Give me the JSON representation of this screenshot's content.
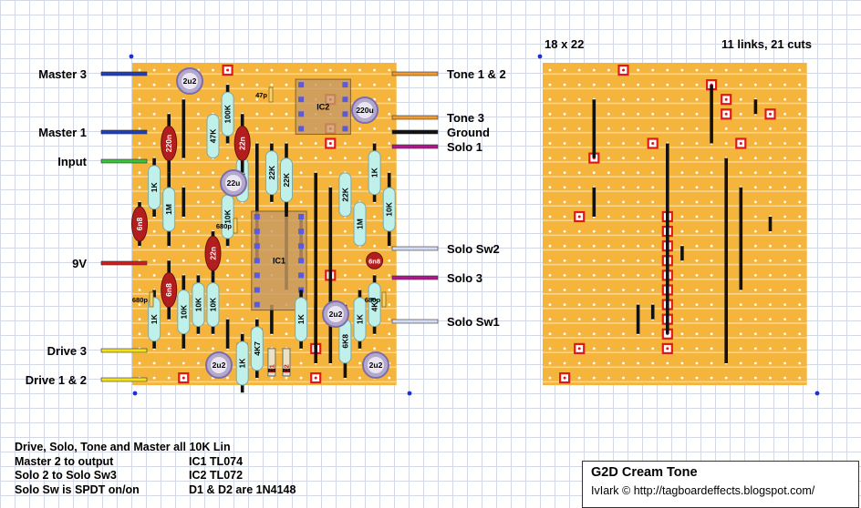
{
  "colors": {
    "board": "#f5b43c",
    "strip": "#f9d68f",
    "link": "#111111",
    "resistor": "#bff1ea",
    "film_cap": "#b21e1e",
    "elec_cap": "#b5a8cf",
    "ic": "#c89b63",
    "cut": "#e01818"
  },
  "left_labels": [
    {
      "text": "Master 3",
      "wire": "#1f3fb8"
    },
    {
      "text": "Master 1",
      "wire": "#1f3fb8"
    },
    {
      "text": "Input",
      "wire": "#38c238"
    },
    {
      "text": "9V",
      "wire": "#d11c1c"
    },
    {
      "text": "Drive 3",
      "wire": "#f2e01a"
    },
    {
      "text": "Drive 1 & 2",
      "wire": "#f2e01a"
    }
  ],
  "right_labels": [
    {
      "text": "Tone 1 & 2",
      "wire": "#f29a2e"
    },
    {
      "text": "Tone 3",
      "wire": "#f29a2e"
    },
    {
      "text": "Ground",
      "wire": "#111111"
    },
    {
      "text": "Solo 1",
      "wire": "#b1148e"
    },
    {
      "text": "Solo Sw2",
      "wire": "#d4dcf3"
    },
    {
      "text": "Solo 3",
      "wire": "#b1148e"
    },
    {
      "text": "Solo Sw1",
      "wire": "#d4dcf3"
    }
  ],
  "board_size": "18 x 22",
  "link_cut_count": "11 links, 21 cuts",
  "resistors": [
    "100K",
    "10K",
    "47K",
    "1K",
    "1M",
    "10K",
    "22K",
    "22K",
    "22K",
    "1M",
    "1K",
    "10K",
    "10K",
    "1K",
    "10K",
    "10K",
    "1K",
    "4K7",
    "1K",
    "4K7",
    "6K8",
    "1K",
    "4K7",
    "10K"
  ],
  "film_caps": [
    "220n",
    "22n",
    "6n8",
    "22n",
    "6n8",
    "6n8"
  ],
  "elec_caps": [
    "2u2",
    "220u",
    "22u",
    "2u2",
    "2u2",
    "2u2"
  ],
  "small_caps": [
    "47p",
    "680p",
    "680p",
    "680p"
  ],
  "ics": [
    "IC2",
    "IC1"
  ],
  "diodes": [
    "D1",
    "D2"
  ],
  "notes": [
    {
      "left": "Drive, Solo, Tone and Master all 10K Lin",
      "right": ""
    },
    {
      "left": "Master 2 to output",
      "right": "IC1 TL074"
    },
    {
      "left": "Solo 2 to Solo Sw3",
      "right": "IC2 TL072"
    },
    {
      "left": "Solo Sw is SPDT on/on",
      "right": "D1 & D2 are 1N4148"
    }
  ],
  "title": "G2D Cream Tone",
  "credit": "IvIark © http://tagboardeffects.blogspot.com/"
}
